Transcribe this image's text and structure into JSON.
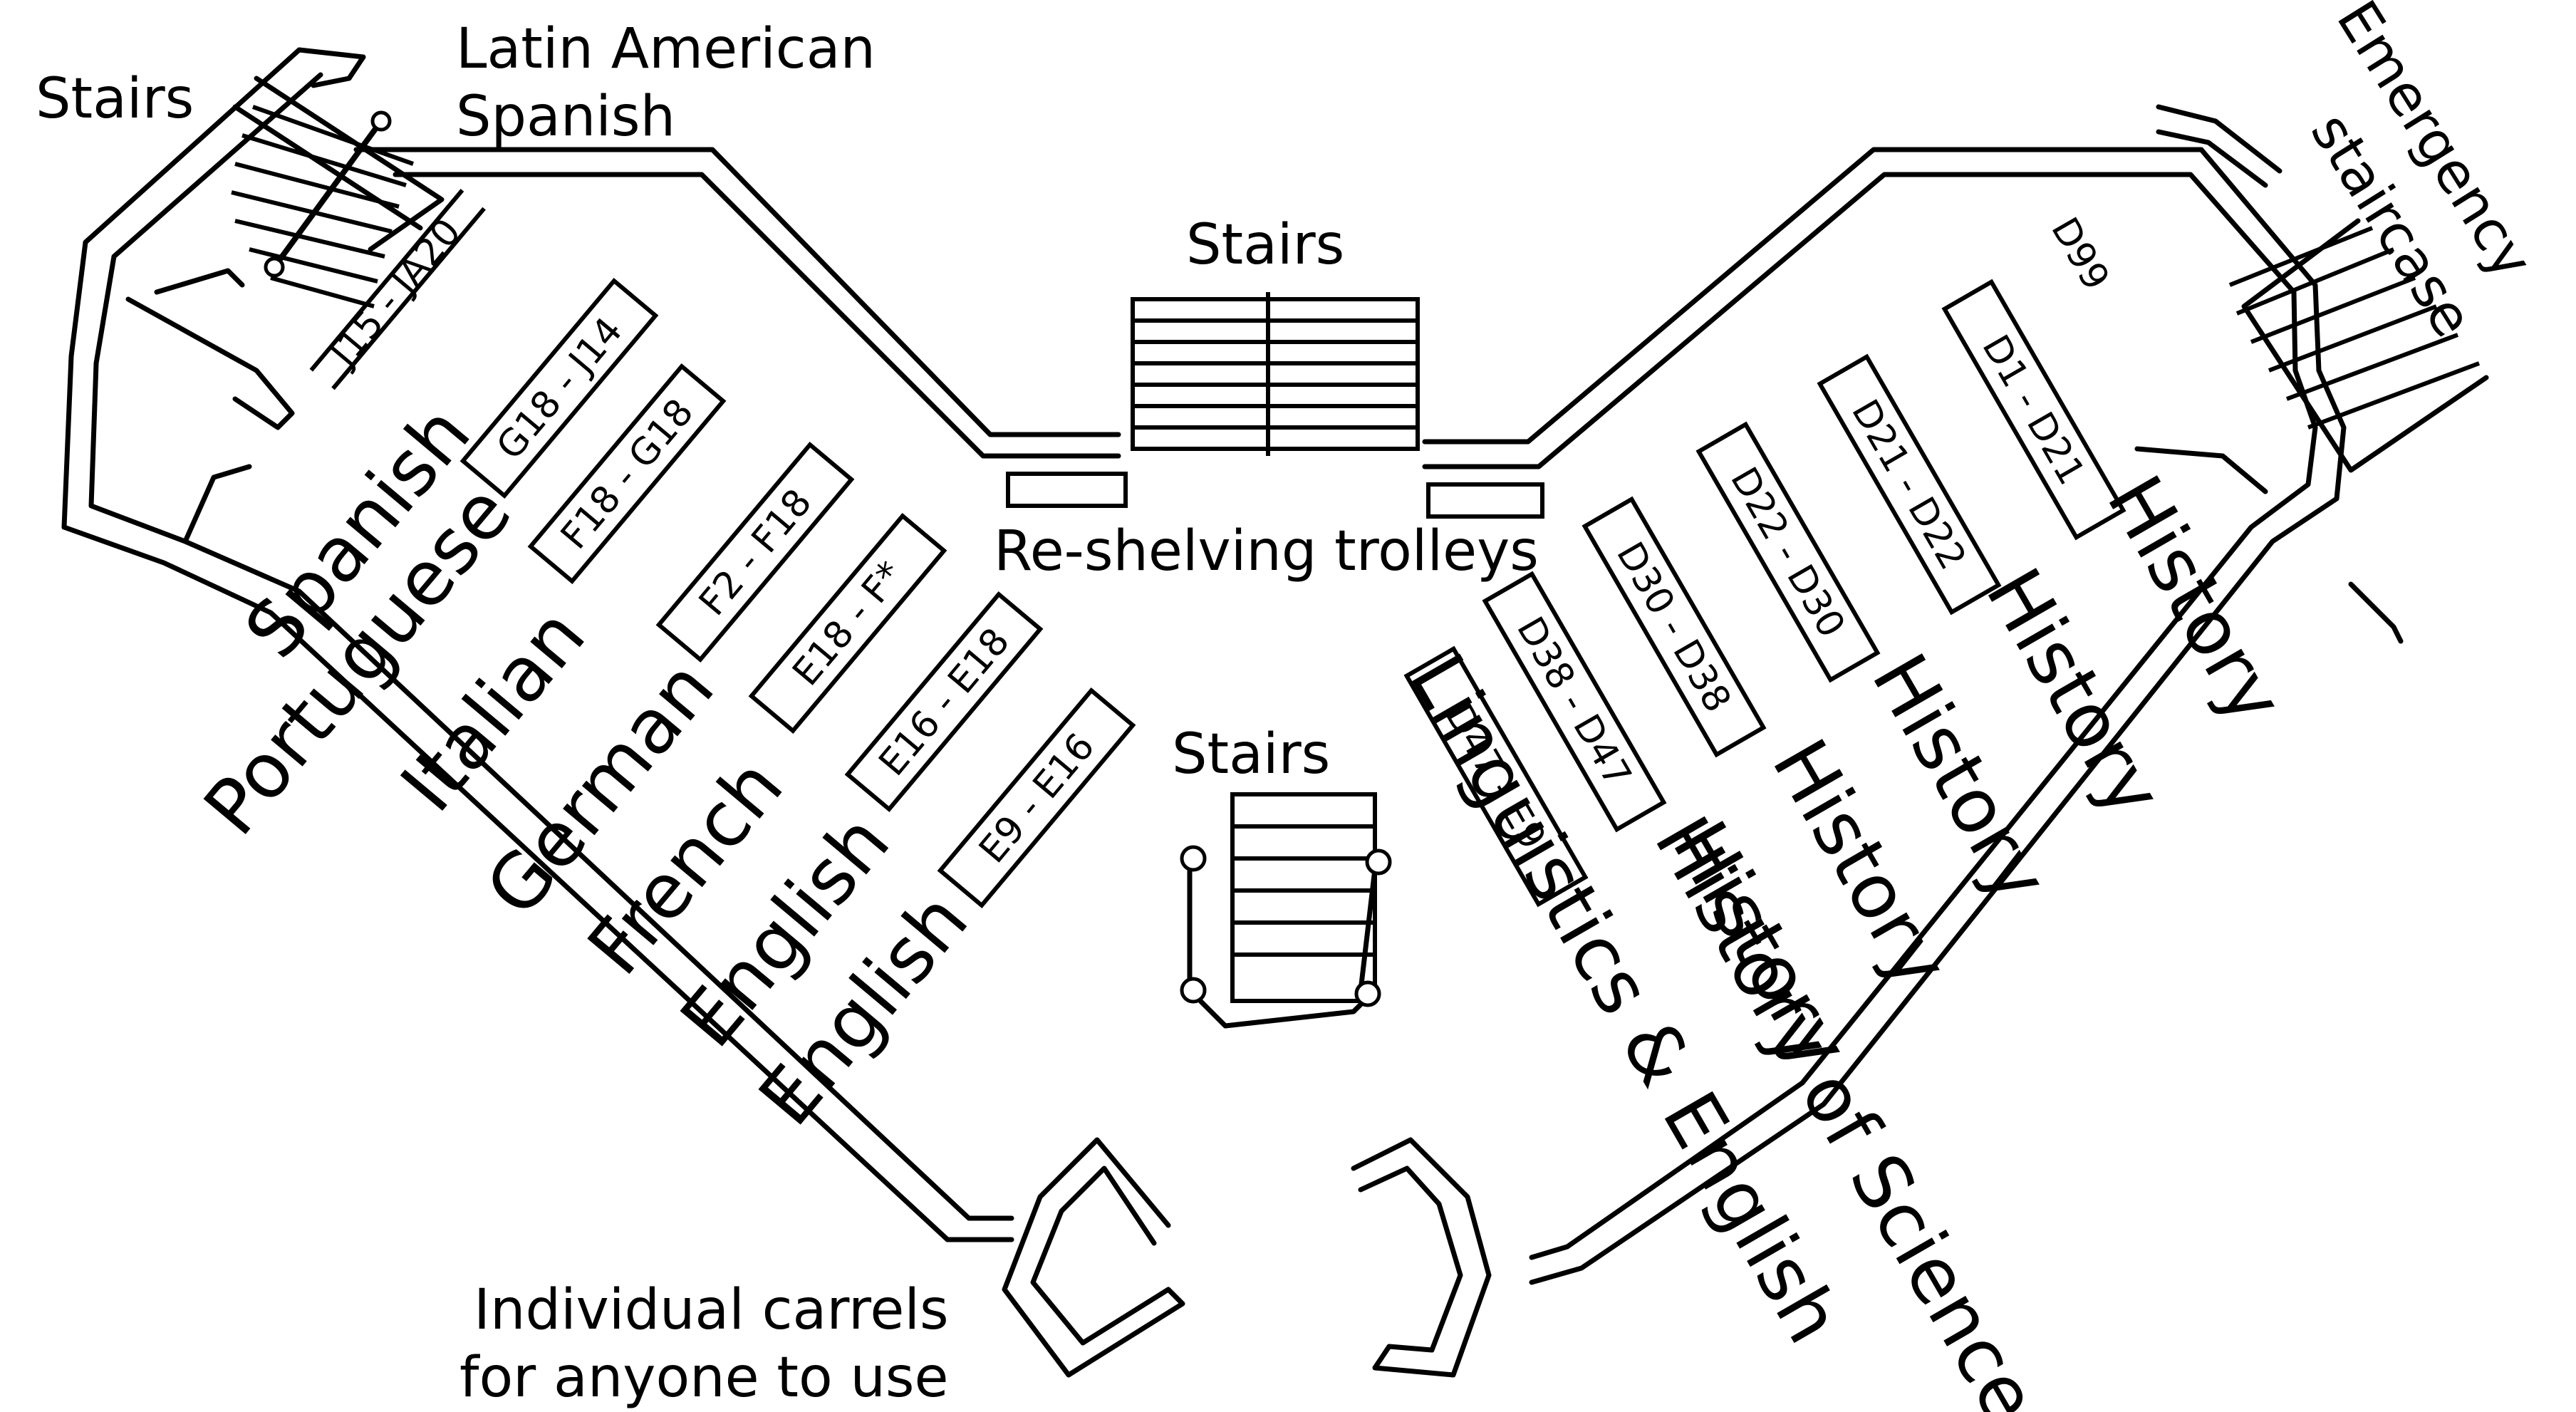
{
  "labels": {
    "stairs_top_left": "Stairs",
    "latin_american": "Latin American",
    "latin_spanish": "Spanish",
    "stairs_center_top": "Stairs",
    "stairs_center": "Stairs",
    "reshelving": "Re-shelving trolleys",
    "emergency_1": "Emergency",
    "emergency_2": "staircase",
    "carrels_1": "Individual carrels",
    "carrels_2": "for anyone to use"
  },
  "left_wing": {
    "top_shelf": "J15 - JA20",
    "shelves": [
      {
        "callnumber": "G18 - J14",
        "subject": "Spanish"
      },
      {
        "callnumber": "F18 - G18",
        "subject": "Portuguese"
      },
      {
        "callnumber": "F2 - F18",
        "subject": "Italian"
      },
      {
        "callnumber": "E18 - F*",
        "subject": "German"
      },
      {
        "callnumber": "E16 - E18",
        "subject": "French"
      },
      {
        "callnumber": "E9 - E16",
        "subject": "English"
      }
    ],
    "extra_subject": "English"
  },
  "right_wing": {
    "top_shelf": "D99",
    "shelves": [
      {
        "callnumber": "D1 - D21",
        "subject": "History"
      },
      {
        "callnumber": "D21 - D22",
        "subject": "History"
      },
      {
        "callnumber": "D22 - D30",
        "subject": "History"
      },
      {
        "callnumber": "D30 - D38",
        "subject": "History"
      },
      {
        "callnumber": "D38 - D47",
        "subject": "History"
      },
      {
        "callnumber": "D47 - E9",
        "subject": "History of Science"
      }
    ],
    "extra_subject": "Linguistics & English"
  }
}
